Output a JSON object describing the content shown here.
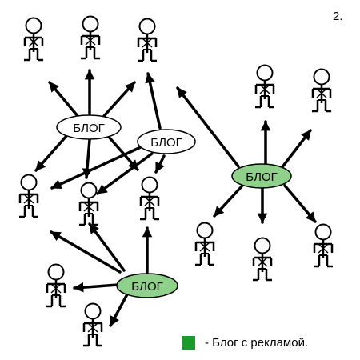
{
  "page_number": "2.",
  "blog_label": "БЛОГ",
  "legend": {
    "text": "- Блог с рекламой.",
    "swatch_color": "#1a9a2a"
  },
  "colors": {
    "plain_blog_fill": "#ffffff",
    "ad_blog_fill": "#8fd08a",
    "ink": "#000000"
  }
}
